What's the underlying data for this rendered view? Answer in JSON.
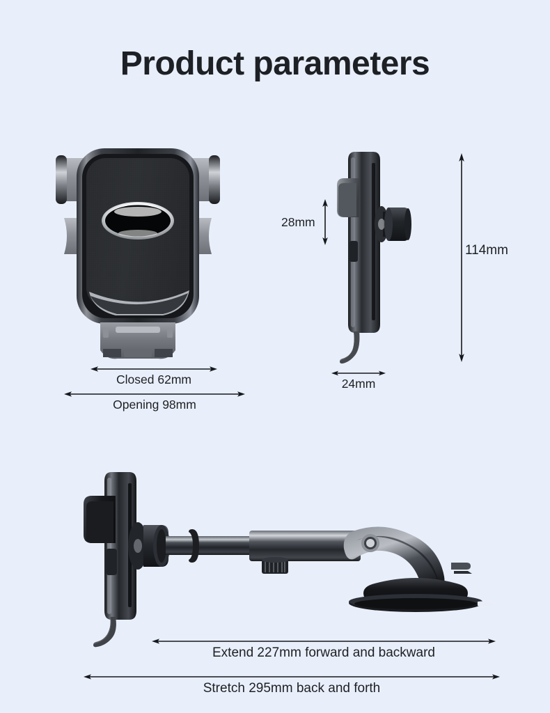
{
  "page": {
    "background_color": "#e9effa",
    "text_color": "#1d2024",
    "title": "Product parameters"
  },
  "views": [
    {
      "name": "front-view",
      "description": "Phone holder cradle seen from the front with side grips and bottom foot"
    },
    {
      "name": "side-view",
      "description": "Phone holder cradle seen from the side with ball joint knob"
    },
    {
      "name": "extended-view",
      "description": "Full assembly with telescopic arm, elbow and suction cup base"
    }
  ],
  "dimensions": {
    "closed": {
      "label": "Closed 62mm",
      "value": 62,
      "unit": "mm",
      "view": "front-view"
    },
    "opening": {
      "label": "Opening 98mm",
      "value": 98,
      "unit": "mm",
      "view": "front-view"
    },
    "depth": {
      "label": "28mm",
      "value": 28,
      "unit": "mm",
      "view": "side-view"
    },
    "height": {
      "label": "114mm",
      "value": 114,
      "unit": "mm",
      "view": "side-view"
    },
    "thickness": {
      "label": "24mm",
      "value": 24,
      "unit": "mm",
      "view": "side-view"
    },
    "extend": {
      "label": "Extend 227mm forward and backward",
      "value": 227,
      "unit": "mm",
      "view": "extended-view"
    },
    "stretch": {
      "label": "Stretch 295mm back and forth",
      "value": 295,
      "unit": "mm",
      "view": "extended-view"
    }
  },
  "colors": {
    "background": "#e9effa",
    "text": "#1d2024",
    "arrow": "#15181c",
    "body_dark": "#1b1d20",
    "body_mid": "#4a4e54",
    "body_light": "#a7abb1",
    "face_texture": "#2a2c2f"
  }
}
